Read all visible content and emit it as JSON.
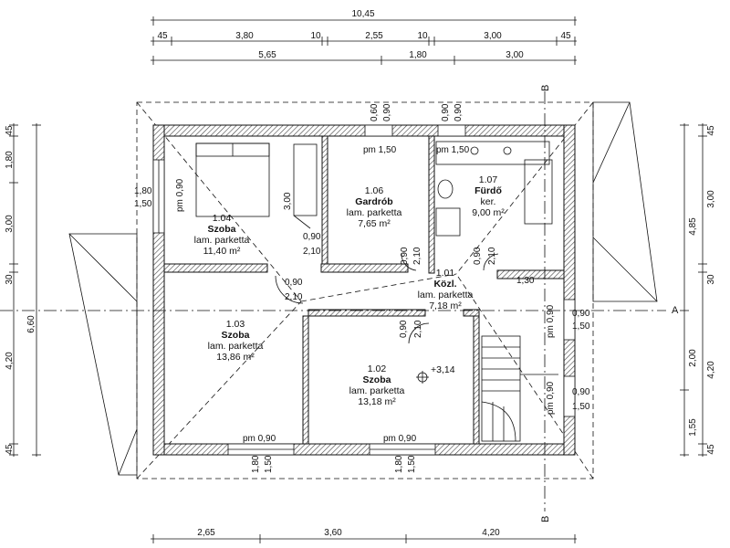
{
  "dims_top": {
    "row1": [
      "10,45"
    ],
    "row2": [
      "45",
      "3,80",
      "10",
      "2,55",
      "10",
      "3,00",
      "45"
    ],
    "row3": [
      "5,65",
      "1,80",
      "3,00"
    ]
  },
  "dims_bottom": [
    "2,65",
    "3,60",
    "4,20"
  ],
  "dims_left_outer": [
    "45",
    "1,80",
    "3,00",
    "30",
    "4,20",
    "45"
  ],
  "dims_left_total": "6,60",
  "dims_right_inner": [
    "45",
    "3,00",
    "30",
    "4,20",
    "45"
  ],
  "dims_right_outer": [
    "4,85",
    "2,00",
    "1,55"
  ],
  "section_labels": {
    "a": "A",
    "b": "B"
  },
  "rooms": [
    {
      "id": "1.04",
      "name": "Szoba",
      "floor": "lam. parketta",
      "area": "11,40 m²"
    },
    {
      "id": "1.06",
      "name": "Gardrób",
      "floor": "lam. parketta",
      "area": "7,65 m²"
    },
    {
      "id": "1.07",
      "name": "Fürdő",
      "floor": "ker.",
      "area": "9,00 m²"
    },
    {
      "id": "1.01",
      "name": "Közl.",
      "floor": "lam. parketta",
      "area": "7,18 m²"
    },
    {
      "id": "1.03",
      "name": "Szoba",
      "floor": "lam. parketta",
      "area": "13,86 m²"
    },
    {
      "id": "1.02",
      "name": "Szoba",
      "floor": "lam. parketta",
      "area": "13,18 m²"
    }
  ],
  "level_mark": "+3,14",
  "annotations": {
    "pm150_a": "pm 1,50",
    "pm150_b": "pm 1,50",
    "pm090_bl": "pm 0,90",
    "pm090_br": "pm 0,90",
    "pm090_left": "pm 0,90",
    "pm090_right1": "pm 0,90",
    "pm090_right2": "pm 0,90",
    "win_top1": [
      "0,60",
      "0,90"
    ],
    "win_top2": [
      "0,90",
      "0,90"
    ],
    "win_left": [
      "1,80",
      "1,50"
    ],
    "win_right1": [
      "0,90",
      "1,50"
    ],
    "win_right2": [
      "0,90",
      "1,50"
    ],
    "win_bot1": [
      "1,80",
      "1,50"
    ],
    "win_bot2": [
      "1,80",
      "1,50"
    ],
    "door_0_90": "0,90",
    "door_2_10": "2,10",
    "wardrobe_3_00": "3,00",
    "bath_1_30": "1,30"
  }
}
